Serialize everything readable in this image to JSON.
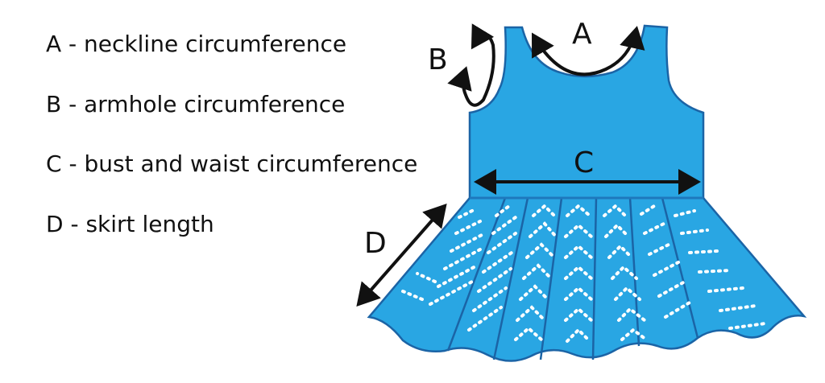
{
  "legend": {
    "items": [
      "A - neckline circumference",
      "B - armhole circumference",
      "C - bust and waist circumference",
      "D - skirt length"
    ]
  },
  "diagram": {
    "labels": {
      "a": "A",
      "b": "B",
      "c": "C",
      "d": "D"
    },
    "colors": {
      "dress_fill": "#29a6e3",
      "dress_stroke": "#1b64a6",
      "waistband_stroke": "#1e78bd",
      "lace_pattern": "#ffffff",
      "arrow": "#111111"
    }
  }
}
